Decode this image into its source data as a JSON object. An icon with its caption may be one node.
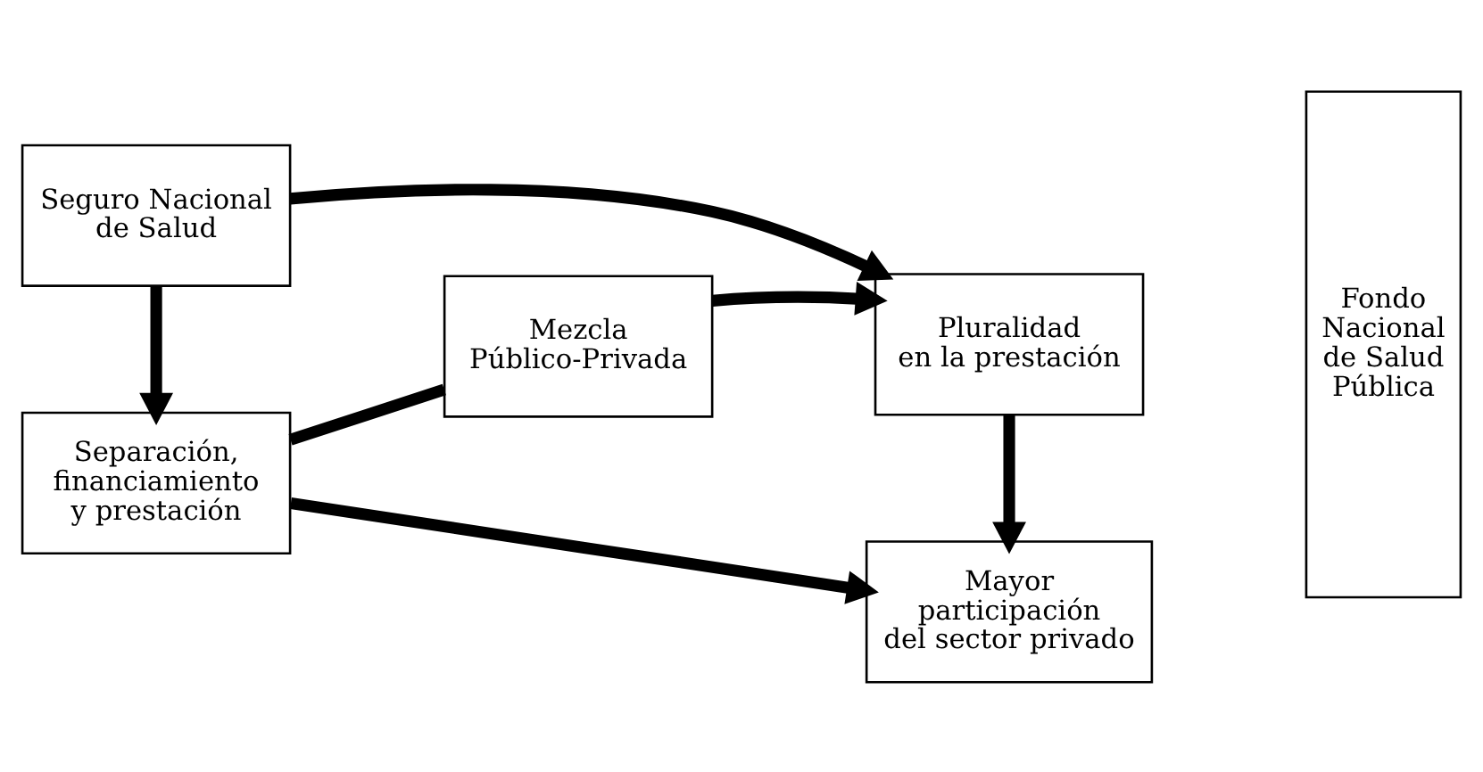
{
  "diagram": {
    "nodes": [
      {
        "text": [
          "Seguro Nacional de Salud"
        ]
      },
      {
        "text": [
          "Pluralidad en la prestación"
        ]
      },
      {
        "text": [
          "Fondo Nacional de Salud Pública"
        ]
      },
      {
        "text": [
          "Mezcla Público-Privada"
        ]
      },
      {
        "text": [
          "Separación, financiamiento y prestación"
        ]
      },
      {
        "text": [
          "Mayor participación del sector privado"
        ]
      }
    ],
    "edges": [
      {
        "from": 0,
        "to": 1,
        "arrow": "to"
      },
      {
        "from": 0,
        "to": 4,
        "arrow": "to"
      },
      {
        "from": 4,
        "to": 3,
        "arrow": "none"
      },
      {
        "from": 3,
        "to": 1,
        "arrow": "to"
      },
      {
        "from": 1,
        "to": 5,
        "arrow": "to"
      },
      {
        "from": 4,
        "to": 5,
        "arrow": "to"
      }
    ]
  }
}
